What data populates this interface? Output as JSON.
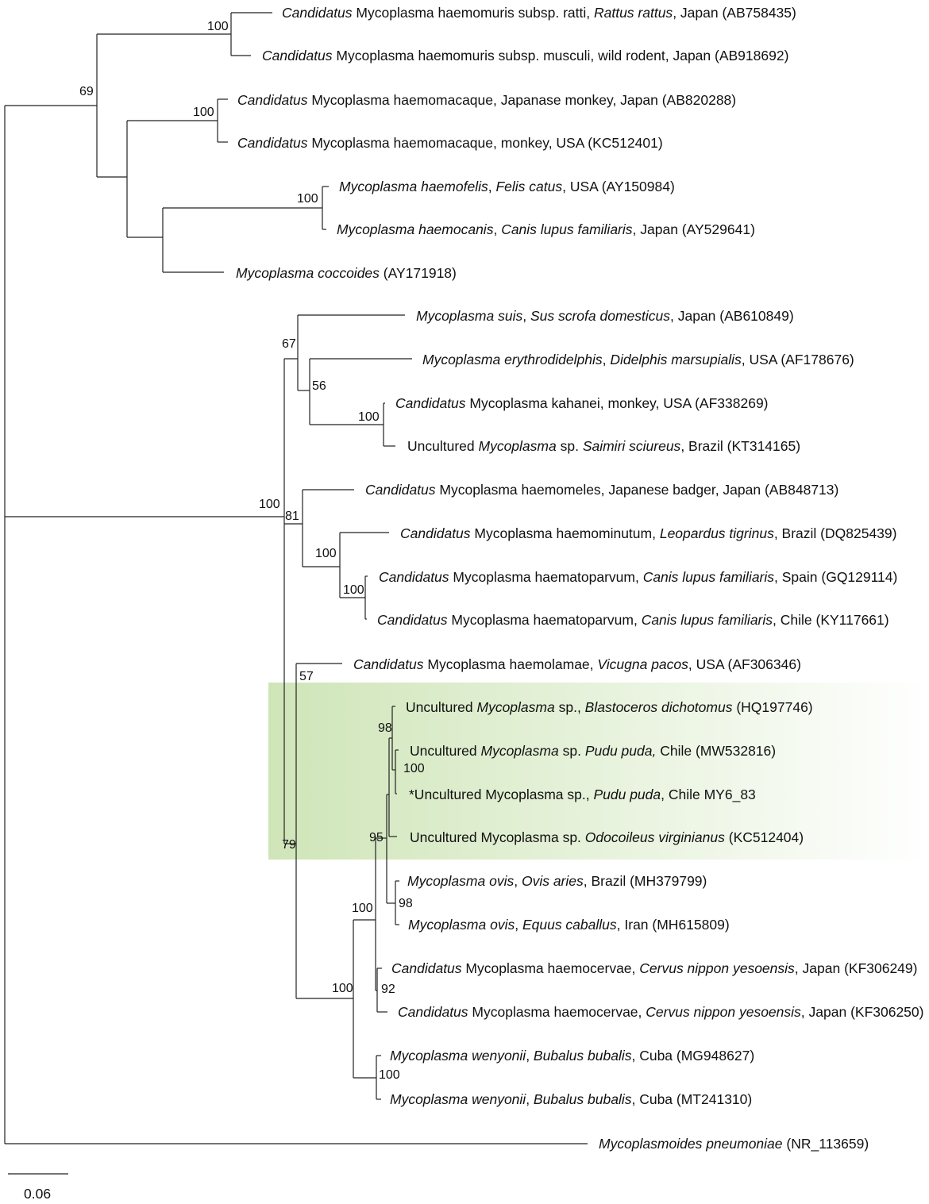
{
  "highlight_colors": {
    "start": "#cfe5b8",
    "end": "#ffffff"
  },
  "tree": {
    "taxa": [
      {
        "id": "ratti",
        "parts": [
          {
            "t": "Candidatus",
            "i": true
          },
          {
            "t": " Mycoplasma haemomuris subsp. ratti, ",
            "i": false
          },
          {
            "t": "Rattus rattus",
            "i": true
          },
          {
            "t": ", Japan (AB758435)",
            "i": false
          }
        ]
      },
      {
        "id": "musculi",
        "parts": [
          {
            "t": "Candidatus",
            "i": true
          },
          {
            "t": " Mycoplasma haemomuris subsp. musculi, wild rodent, Japan (AB918692)",
            "i": false
          }
        ]
      },
      {
        "id": "macaque_jp",
        "parts": [
          {
            "t": "Candidatus",
            "i": true
          },
          {
            "t": " Mycoplasma haemomacaque, Japanase monkey, Japan (AB820288)",
            "i": false
          }
        ]
      },
      {
        "id": "macaque_us",
        "parts": [
          {
            "t": "Candidatus",
            "i": true
          },
          {
            "t": " Mycoplasma haemomacaque, monkey, USA (KC512401)",
            "i": false
          }
        ]
      },
      {
        "id": "haemofelis",
        "parts": [
          {
            "t": "Mycoplasma haemofelis",
            "i": true
          },
          {
            "t": ", ",
            "i": false
          },
          {
            "t": "Felis catus",
            "i": true
          },
          {
            "t": ", USA (AY150984)",
            "i": false
          }
        ]
      },
      {
        "id": "haemocanis",
        "parts": [
          {
            "t": "Mycoplasma haemocanis",
            "i": true
          },
          {
            "t": ", ",
            "i": false
          },
          {
            "t": "Canis lupus familiaris",
            "i": true
          },
          {
            "t": ", Japan (AY529641)",
            "i": false
          }
        ]
      },
      {
        "id": "coccoides",
        "parts": [
          {
            "t": "Mycoplasma coccoides",
            "i": true
          },
          {
            "t": " (AY171918)",
            "i": false
          }
        ]
      },
      {
        "id": "suis",
        "parts": [
          {
            "t": "Mycoplasma suis",
            "i": true
          },
          {
            "t": ", ",
            "i": false
          },
          {
            "t": "Sus scrofa domesticus",
            "i": true
          },
          {
            "t": ", Japan (AB610849)",
            "i": false
          }
        ]
      },
      {
        "id": "erythro",
        "parts": [
          {
            "t": "Mycoplasma erythrodidelphis",
            "i": true
          },
          {
            "t": ", ",
            "i": false
          },
          {
            "t": "Didelphis marsupialis",
            "i": true
          },
          {
            "t": ", USA (AF178676)",
            "i": false
          }
        ]
      },
      {
        "id": "kahanei",
        "parts": [
          {
            "t": "Candidatus",
            "i": true
          },
          {
            "t": " Mycoplasma kahanei, monkey, USA (AF338269)",
            "i": false
          }
        ]
      },
      {
        "id": "saimiri",
        "parts": [
          {
            "t": "Uncultured ",
            "i": false
          },
          {
            "t": "Mycoplasma",
            "i": true
          },
          {
            "t": " sp. ",
            "i": false
          },
          {
            "t": "Saimiri sciureus",
            "i": true
          },
          {
            "t": ", Brazil (KT314165)",
            "i": false
          }
        ]
      },
      {
        "id": "haemomeles",
        "parts": [
          {
            "t": "Candidatus",
            "i": true
          },
          {
            "t": " Mycoplasma haemomeles, Japanese badger, Japan (AB848713)",
            "i": false
          }
        ]
      },
      {
        "id": "haemominutum",
        "parts": [
          {
            "t": "Candidatus",
            "i": true
          },
          {
            "t": " Mycoplasma haemominutum, ",
            "i": false
          },
          {
            "t": "Leopardus tigrinus",
            "i": true
          },
          {
            "t": ", Brazil (DQ825439)",
            "i": false
          }
        ]
      },
      {
        "id": "haematoparvum_es",
        "parts": [
          {
            "t": "Candidatus",
            "i": true
          },
          {
            "t": " Mycoplasma haematoparvum, ",
            "i": false
          },
          {
            "t": "Canis lupus familiaris",
            "i": true
          },
          {
            "t": ", Spain (GQ129114)",
            "i": false
          }
        ]
      },
      {
        "id": "haematoparvum_cl",
        "parts": [
          {
            "t": "Candidatus",
            "i": true
          },
          {
            "t": " Mycoplasma haematoparvum, ",
            "i": false
          },
          {
            "t": "Canis lupus familiaris",
            "i": true
          },
          {
            "t": ", Chile (KY117661)",
            "i": false
          }
        ]
      },
      {
        "id": "haemolamae",
        "parts": [
          {
            "t": "Candidatus",
            "i": true
          },
          {
            "t": " Mycoplasma haemolamae, ",
            "i": false
          },
          {
            "t": "Vicugna pacos",
            "i": true
          },
          {
            "t": ", USA (AF306346)",
            "i": false
          }
        ]
      },
      {
        "id": "blastoceros",
        "parts": [
          {
            "t": "Uncultured ",
            "i": false
          },
          {
            "t": "Mycoplasma",
            "i": true
          },
          {
            "t": " sp., ",
            "i": false
          },
          {
            "t": "Blastoceros dichotomus",
            "i": true
          },
          {
            "t": " (HQ197746)",
            "i": false
          }
        ]
      },
      {
        "id": "pudu_ref",
        "parts": [
          {
            "t": "Uncultured ",
            "i": false
          },
          {
            "t": "Mycoplasma",
            "i": true
          },
          {
            "t": " sp. ",
            "i": false
          },
          {
            "t": "Pudu puda,",
            "i": true
          },
          {
            "t": " Chile (MW532816)",
            "i": false
          }
        ]
      },
      {
        "id": "pudu_new",
        "parts": [
          {
            "t": "*Uncultured Mycoplasma sp., ",
            "i": false
          },
          {
            "t": "Pudu puda",
            "i": true
          },
          {
            "t": ", Chile MY6_83",
            "i": false
          }
        ]
      },
      {
        "id": "odocoileus",
        "parts": [
          {
            "t": "Uncultured Mycoplasma sp. ",
            "i": false
          },
          {
            "t": "Odocoileus virginianus",
            "i": true
          },
          {
            "t": " (KC512404)",
            "i": false
          }
        ]
      },
      {
        "id": "ovis_br",
        "parts": [
          {
            "t": "Mycoplasma ovis",
            "i": true
          },
          {
            "t": ", ",
            "i": false
          },
          {
            "t": "Ovis aries",
            "i": true
          },
          {
            "t": ", Brazil (MH379799)",
            "i": false
          }
        ]
      },
      {
        "id": "ovis_ir",
        "parts": [
          {
            "t": "Mycoplasma ovis",
            "i": true
          },
          {
            "t": ", ",
            "i": false
          },
          {
            "t": "Equus caballus",
            "i": true
          },
          {
            "t": ", Iran (MH615809)",
            "i": false
          }
        ]
      },
      {
        "id": "haemocervae_1",
        "parts": [
          {
            "t": "Candidatus",
            "i": true
          },
          {
            "t": " Mycoplasma haemocervae, ",
            "i": false
          },
          {
            "t": "Cervus nippon yesoensis",
            "i": true
          },
          {
            "t": ", Japan (KF306249)",
            "i": false
          }
        ]
      },
      {
        "id": "haemocervae_2",
        "parts": [
          {
            "t": "Candidatus",
            "i": true
          },
          {
            "t": " Mycoplasma haemocervae, ",
            "i": false
          },
          {
            "t": "Cervus nippon yesoensis",
            "i": true
          },
          {
            "t": ", Japan (KF306250)",
            "i": false
          }
        ]
      },
      {
        "id": "wenyonii_1",
        "parts": [
          {
            "t": "Mycoplasma wenyonii",
            "i": true
          },
          {
            "t": ", ",
            "i": false
          },
          {
            "t": "Bubalus bubalis",
            "i": true
          },
          {
            "t": ", Cuba (MG948627)",
            "i": false
          }
        ]
      },
      {
        "id": "wenyonii_2",
        "parts": [
          {
            "t": "Mycoplasma wenyonii",
            "i": true
          },
          {
            "t": ", ",
            "i": false
          },
          {
            "t": "Bubalus bubalis",
            "i": true
          },
          {
            "t": ", Cuba (MT241310)",
            "i": false
          }
        ]
      },
      {
        "id": "pneumoniae",
        "parts": [
          {
            "t": "Mycoplasmoides pneumoniae",
            "i": true
          },
          {
            "t": " (NR_113659)",
            "i": false
          }
        ]
      }
    ],
    "bootstrap": [
      "100",
      "69",
      "100",
      "100",
      "67",
      "56",
      "100",
      "100",
      "81",
      "100",
      "100",
      "57",
      "98",
      "100",
      "95",
      "98",
      "100",
      "92",
      "100",
      "100",
      "79"
    ],
    "scale_bar": {
      "label": "0.06"
    }
  }
}
